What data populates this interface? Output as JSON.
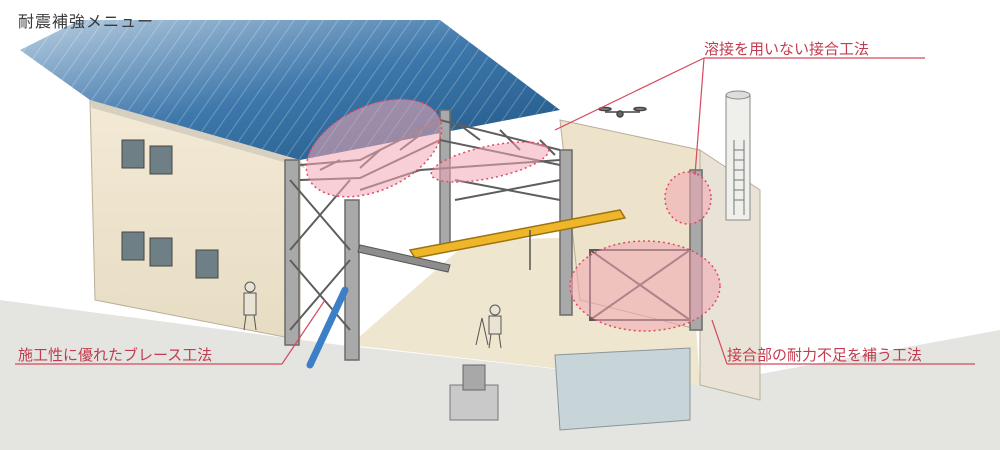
{
  "page_title": "耐震補強メニュー",
  "callouts": {
    "welding": "溶接を用いない接合工法",
    "brace": "施工性に優れたブレース工法",
    "joint": "接合部の耐力不足を補う工法"
  },
  "colors": {
    "callout_text": "#c33b4e",
    "highlight_fill": "#f2a7b4",
    "highlight_stroke": "#e04a63",
    "roof": "#2f6d9f",
    "crane": "#f0b62a",
    "brace": "#3d7fc6"
  }
}
